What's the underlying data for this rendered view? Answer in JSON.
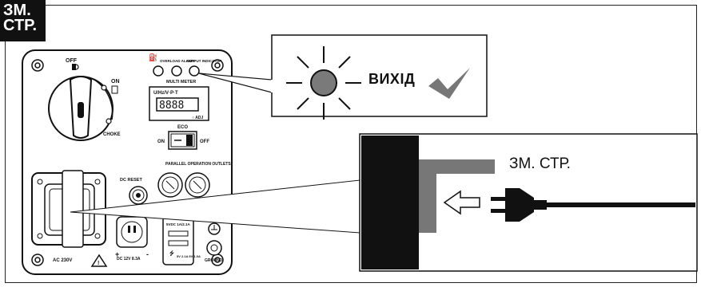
{
  "corner_tag": {
    "line1": "ЗМ.",
    "line2": "СТР."
  },
  "callout_output": {
    "label": "ВИХІД"
  },
  "cable": {
    "label": "ЗМ. СТР."
  },
  "panel_labels": {
    "off": "OFF",
    "on": "ON",
    "choke": "CHOKE",
    "overload": "OVERLOAD ALARM",
    "output": "OUTPUT INDICATOR",
    "multimeter": "MULTI METER",
    "meter_units": "U/Hz/V·P·T",
    "digits": "8888",
    "adj": "○ ADJ",
    "eco": "ECO",
    "eco_on": "ON",
    "eco_off": "OFF",
    "parallel": "PARALLEL OPERATION OUTLETS",
    "dc_reset": "DC RESET",
    "ac": "AC 230V",
    "dc": "DC 12V 8.3A",
    "usb": "5VDC 1A/2.1A",
    "usb_spec": "5V 2.1A 5V 1.0A",
    "ground": "GROUND",
    "plus": "+",
    "minus": "-"
  },
  "colors": {
    "accent_check": "#777777",
    "led_dim": "#7a7a7a",
    "plug_socket": "#111111"
  }
}
